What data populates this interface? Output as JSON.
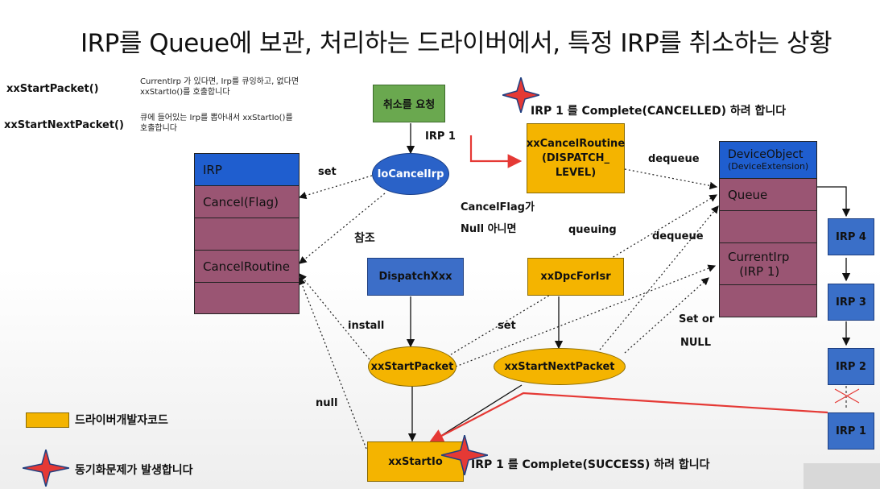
{
  "title": "IRP를 Queue에 보관, 처리하는 드라이버에서, 특정 IRP를 취소하는 상황",
  "functions": {
    "start_packet": {
      "name": "xxStartPacket()",
      "desc1": "CurrentIrp  가 있다면, Irp를 큐잉하고, 없다면",
      "desc2": "xxStartIo()를 호출합니다"
    },
    "start_next_packet": {
      "name": "xxStartNextPacket()",
      "desc1": "큐에 들어있는 Irp를 뽑아내서 xxStartIo()를",
      "desc2": "호출합니다"
    }
  },
  "irp_struct": {
    "header": "IRP",
    "fields": [
      "Cancel(Flag)",
      "",
      "CancelRoutine",
      ""
    ]
  },
  "device_object": {
    "header": "DeviceObject",
    "subheader": "(DeviceExtension)",
    "fields": [
      "Queue",
      "",
      "CurrentIrp\n   (IRP 1)",
      ""
    ]
  },
  "nodes": {
    "cancel_request": "취소를 요청",
    "io_cancel_irp": "IoCancelIrp",
    "cancel_routine": "xxCancelRoutine\n(DISPATCH_\nLEVEL)",
    "dispatch": "DispatchXxx",
    "dpc": "xxDpcForIsr",
    "start_packet": "xxStartPacket",
    "start_next_packet": "xxStartNextPacket",
    "start_io": "xxStartIo"
  },
  "irp_queue": [
    "IRP 4",
    "IRP 3",
    "IRP 2",
    "IRP 1"
  ],
  "labels": {
    "irp1": "IRP 1",
    "set1": "set",
    "dequeue1": "dequeue",
    "cancel_flag": "CancelFlag가",
    "null_not": "Null  아니면",
    "ref": "참조",
    "queuing": "queuing",
    "dequeue2": "dequeue",
    "install": "install",
    "set2": "set",
    "set_or": "Set or",
    "null_or": "NULL",
    "null": "null",
    "complete_cancelled": "IRP 1 를 Complete(CANCELLED) 하려 합니다",
    "complete_success": "IRP 1 를 Complete(SUCCESS) 하려 합니다"
  },
  "legend": {
    "driver_code": "드라이버개발자코드",
    "sync_problem": "동기화문제가 발생합니다"
  },
  "colors": {
    "driver_code": "#f4b400",
    "os_node": "#2a62c8",
    "struct_header": "#1f5ecf",
    "struct_field": "#9a5573",
    "warning": "#e53935"
  }
}
